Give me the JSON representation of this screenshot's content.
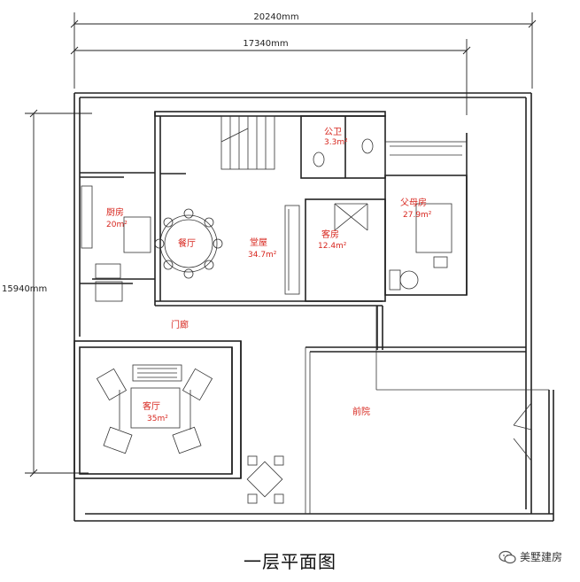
{
  "dimensions": {
    "overall_width": "20240mm",
    "inner_width": "17340mm",
    "height": "15940mm"
  },
  "rooms": {
    "kitchen": {
      "name": "厨房",
      "area": "20m²"
    },
    "dining": {
      "name": "餐厅"
    },
    "hall": {
      "name": "堂屋",
      "area": "34.7m²"
    },
    "toilet": {
      "name": "公卫",
      "area": "3.3m²"
    },
    "guest_room": {
      "name": "客房",
      "area": "12.4m²"
    },
    "parents_room": {
      "name": "父母房",
      "area": "27.9m²"
    },
    "porch": {
      "name": "门廊"
    },
    "living": {
      "name": "客厅",
      "area": "35m²"
    },
    "front_yard": {
      "name": "前院"
    }
  },
  "title": "一层平面图",
  "brand": {
    "label": "美墅建房",
    "icon": "wechat-icon"
  }
}
